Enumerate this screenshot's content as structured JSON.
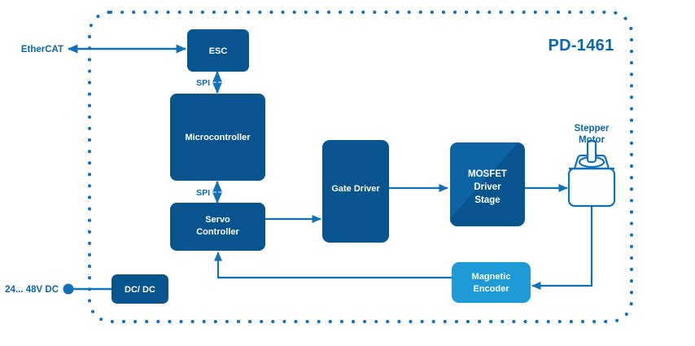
{
  "diagram": {
    "title": "PD-1461",
    "enclosure": {
      "style": "dotted-rounded-border",
      "color": "#1071b8"
    },
    "colors": {
      "block_dark_blue": "#08548f",
      "block_light_blue": "#1e9bd7",
      "line_blue": "#1071b8",
      "text_blue": "#0b67ad",
      "block_text": "#ffffff",
      "background": "#ffffff"
    },
    "blocks": [
      {
        "id": "esc",
        "label": "ESC",
        "label_lines": [
          "ESC"
        ],
        "color": "#08548f",
        "inside_enclosure": true
      },
      {
        "id": "mcu",
        "label": "Microcontroller",
        "label_lines": [
          "Microcontroller"
        ],
        "color": "#08548f",
        "inside_enclosure": true
      },
      {
        "id": "servo",
        "label": "Servo Controller",
        "label_lines": [
          "Servo",
          "Controller"
        ],
        "color": "#08548f",
        "inside_enclosure": true
      },
      {
        "id": "gate",
        "label": "Gate Driver",
        "label_lines": [
          "Gate Driver"
        ],
        "color": "#08548f",
        "inside_enclosure": true
      },
      {
        "id": "mosfet",
        "label": "MOSFET Driver Stage",
        "label_lines": [
          "MOSFET",
          "Driver",
          "Stage"
        ],
        "color": "#08548f",
        "inside_enclosure": true
      },
      {
        "id": "encoder",
        "label": "Magnetic Encoder",
        "label_lines": [
          "Magnetic",
          "Encoder"
        ],
        "color": "#1e9bd7",
        "inside_enclosure": true
      },
      {
        "id": "dcdc",
        "label": "DC/ DC",
        "label_lines": [
          "DC/ DC"
        ],
        "color": "#08548f",
        "inside_enclosure": true
      }
    ],
    "external_labels": [
      {
        "id": "ethercat",
        "text": "EtherCAT",
        "text_lines": [
          "EtherCAT"
        ]
      },
      {
        "id": "power-input",
        "text": "24... 48V DC",
        "text_lines": [
          "24... 48V DC"
        ]
      },
      {
        "id": "stepper",
        "text": "Stepper Motor",
        "text_lines": [
          "Stepper",
          "Motor"
        ]
      }
    ],
    "bus_labels": [
      {
        "id": "spi-esc-mcu",
        "text": "SPI"
      },
      {
        "id": "spi-mcu-servo",
        "text": "SPI"
      }
    ],
    "connections": [
      {
        "id": "ethercat-esc",
        "from": "EtherCAT",
        "to": "ESC",
        "arrow": "bidirectional"
      },
      {
        "id": "esc-mcu",
        "from": "ESC",
        "to": "Microcontroller",
        "arrow": "bidirectional",
        "label": "SPI"
      },
      {
        "id": "mcu-servo",
        "from": "Microcontroller",
        "to": "Servo Controller",
        "arrow": "bidirectional",
        "label": "SPI"
      },
      {
        "id": "servo-gate",
        "from": "Servo Controller",
        "to": "Gate Driver",
        "arrow": "forward"
      },
      {
        "id": "gate-mosfet",
        "from": "Gate Driver",
        "to": "MOSFET Driver Stage",
        "arrow": "forward"
      },
      {
        "id": "mosfet-motor",
        "from": "MOSFET Driver Stage",
        "to": "Stepper Motor",
        "arrow": "forward"
      },
      {
        "id": "motor-encoder",
        "from": "Stepper Motor",
        "to": "Magnetic Encoder",
        "arrow": "forward"
      },
      {
        "id": "encoder-servo",
        "from": "Magnetic Encoder",
        "to": "Servo Controller",
        "arrow": "forward"
      },
      {
        "id": "power-dcdc",
        "from": "24... 48V DC",
        "to": "DC/ DC",
        "arrow": "none"
      }
    ],
    "icons": [
      {
        "id": "stepper-motor-icon",
        "name": "stepper-motor-icon"
      },
      {
        "id": "power-terminal-icon",
        "name": "power-terminal-dot-icon"
      }
    ]
  }
}
